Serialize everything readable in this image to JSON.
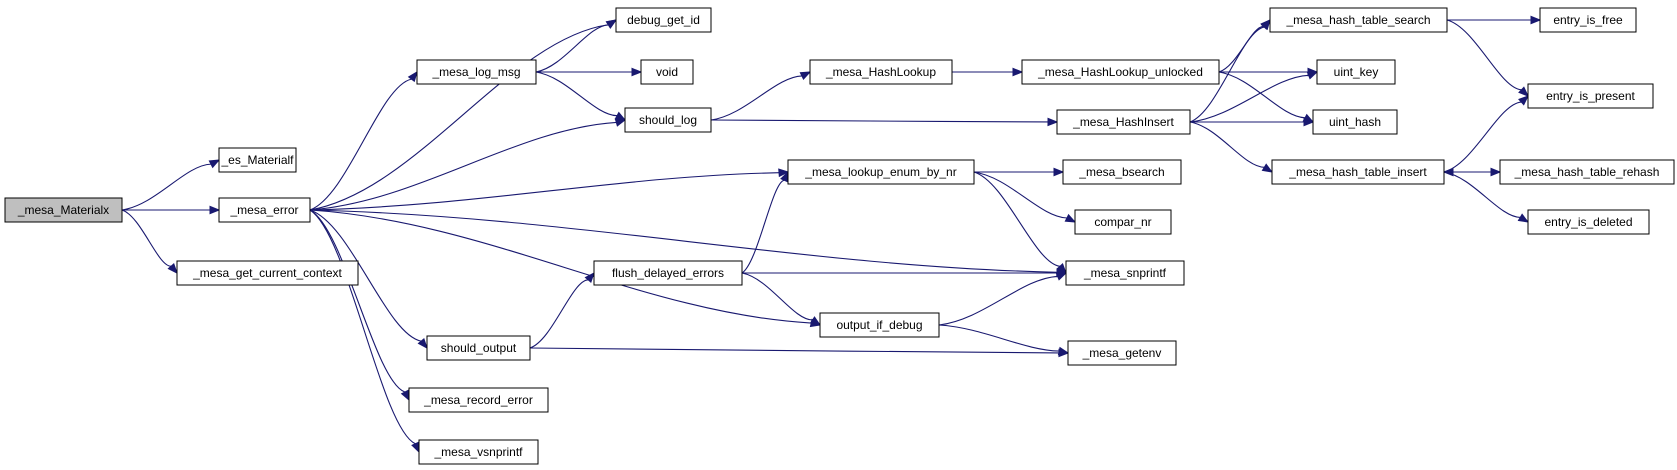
{
  "graph": {
    "edge_color": "#191970",
    "root_fill": "#bfbfbf",
    "node_fill": "#ffffff",
    "nodes": [
      {
        "id": "mesa_materialx",
        "label": "_mesa_Materialx"
      },
      {
        "id": "es_materialf",
        "label": "_es_Materialf"
      },
      {
        "id": "mesa_error",
        "label": "_mesa_error"
      },
      {
        "id": "mesa_get_current_context",
        "label": "_mesa_get_current_context"
      },
      {
        "id": "debug_get_id",
        "label": "debug_get_id"
      },
      {
        "id": "mesa_log_msg",
        "label": "_mesa_log_msg"
      },
      {
        "id": "void",
        "label": "void"
      },
      {
        "id": "should_log",
        "label": "should_log"
      },
      {
        "id": "mesa_lookup_enum_by_nr",
        "label": "_mesa_lookup_enum_by_nr"
      },
      {
        "id": "flush_delayed_errors",
        "label": "flush_delayed_errors"
      },
      {
        "id": "output_if_debug",
        "label": "output_if_debug"
      },
      {
        "id": "should_output",
        "label": "should_output"
      },
      {
        "id": "mesa_record_error",
        "label": "_mesa_record_error"
      },
      {
        "id": "mesa_vsnprintf",
        "label": "_mesa_vsnprintf"
      },
      {
        "id": "mesa_hashlookup",
        "label": "_mesa_HashLookup"
      },
      {
        "id": "mesa_hashlookup_unlocked",
        "label": "_mesa_HashLookup_unlocked"
      },
      {
        "id": "mesa_hashinsert",
        "label": "_mesa_HashInsert"
      },
      {
        "id": "mesa_bsearch",
        "label": "_mesa_bsearch"
      },
      {
        "id": "compar_nr",
        "label": "compar_nr"
      },
      {
        "id": "mesa_snprintf",
        "label": "_mesa_snprintf"
      },
      {
        "id": "mesa_getenv",
        "label": "_mesa_getenv"
      },
      {
        "id": "mesa_hash_table_search",
        "label": "_mesa_hash_table_search"
      },
      {
        "id": "uint_key",
        "label": "uint_key"
      },
      {
        "id": "uint_hash",
        "label": "uint_hash"
      },
      {
        "id": "mesa_hash_table_insert",
        "label": "_mesa_hash_table_insert"
      },
      {
        "id": "entry_is_free",
        "label": "entry_is_free"
      },
      {
        "id": "entry_is_present",
        "label": "entry_is_present"
      },
      {
        "id": "mesa_hash_table_rehash",
        "label": "_mesa_hash_table_rehash"
      },
      {
        "id": "entry_is_deleted",
        "label": "entry_is_deleted"
      }
    ],
    "edges": [
      [
        "mesa_materialx",
        "es_materialf"
      ],
      [
        "mesa_materialx",
        "mesa_error"
      ],
      [
        "mesa_materialx",
        "mesa_get_current_context"
      ],
      [
        "mesa_error",
        "debug_get_id"
      ],
      [
        "mesa_error",
        "mesa_log_msg"
      ],
      [
        "mesa_error",
        "should_log"
      ],
      [
        "mesa_error",
        "mesa_lookup_enum_by_nr"
      ],
      [
        "mesa_error",
        "mesa_snprintf"
      ],
      [
        "mesa_error",
        "output_if_debug"
      ],
      [
        "mesa_error",
        "should_output"
      ],
      [
        "mesa_error",
        "mesa_record_error"
      ],
      [
        "mesa_error",
        "mesa_vsnprintf"
      ],
      [
        "mesa_log_msg",
        "debug_get_id"
      ],
      [
        "mesa_log_msg",
        "void"
      ],
      [
        "mesa_log_msg",
        "should_log"
      ],
      [
        "should_log",
        "mesa_hashlookup"
      ],
      [
        "should_log",
        "mesa_hashinsert"
      ],
      [
        "mesa_hashlookup",
        "mesa_hashlookup_unlocked"
      ],
      [
        "mesa_hashlookup_unlocked",
        "mesa_hash_table_search"
      ],
      [
        "mesa_hashlookup_unlocked",
        "uint_key"
      ],
      [
        "mesa_hashlookup_unlocked",
        "uint_hash"
      ],
      [
        "mesa_hashinsert",
        "mesa_hash_table_search"
      ],
      [
        "mesa_hashinsert",
        "uint_key"
      ],
      [
        "mesa_hashinsert",
        "uint_hash"
      ],
      [
        "mesa_hashinsert",
        "mesa_hash_table_insert"
      ],
      [
        "mesa_hash_table_search",
        "entry_is_free"
      ],
      [
        "mesa_hash_table_search",
        "entry_is_present"
      ],
      [
        "mesa_hash_table_insert",
        "entry_is_present"
      ],
      [
        "mesa_hash_table_insert",
        "mesa_hash_table_rehash"
      ],
      [
        "mesa_hash_table_insert",
        "entry_is_deleted"
      ],
      [
        "mesa_hash_table_rehash",
        "mesa_hash_table_insert"
      ],
      [
        "mesa_lookup_enum_by_nr",
        "mesa_bsearch"
      ],
      [
        "mesa_lookup_enum_by_nr",
        "compar_nr"
      ],
      [
        "mesa_lookup_enum_by_nr",
        "mesa_snprintf"
      ],
      [
        "flush_delayed_errors",
        "mesa_lookup_enum_by_nr"
      ],
      [
        "flush_delayed_errors",
        "mesa_snprintf"
      ],
      [
        "flush_delayed_errors",
        "output_if_debug"
      ],
      [
        "should_output",
        "flush_delayed_errors"
      ],
      [
        "should_output",
        "mesa_getenv"
      ],
      [
        "output_if_debug",
        "mesa_snprintf"
      ],
      [
        "output_if_debug",
        "mesa_getenv"
      ]
    ]
  }
}
